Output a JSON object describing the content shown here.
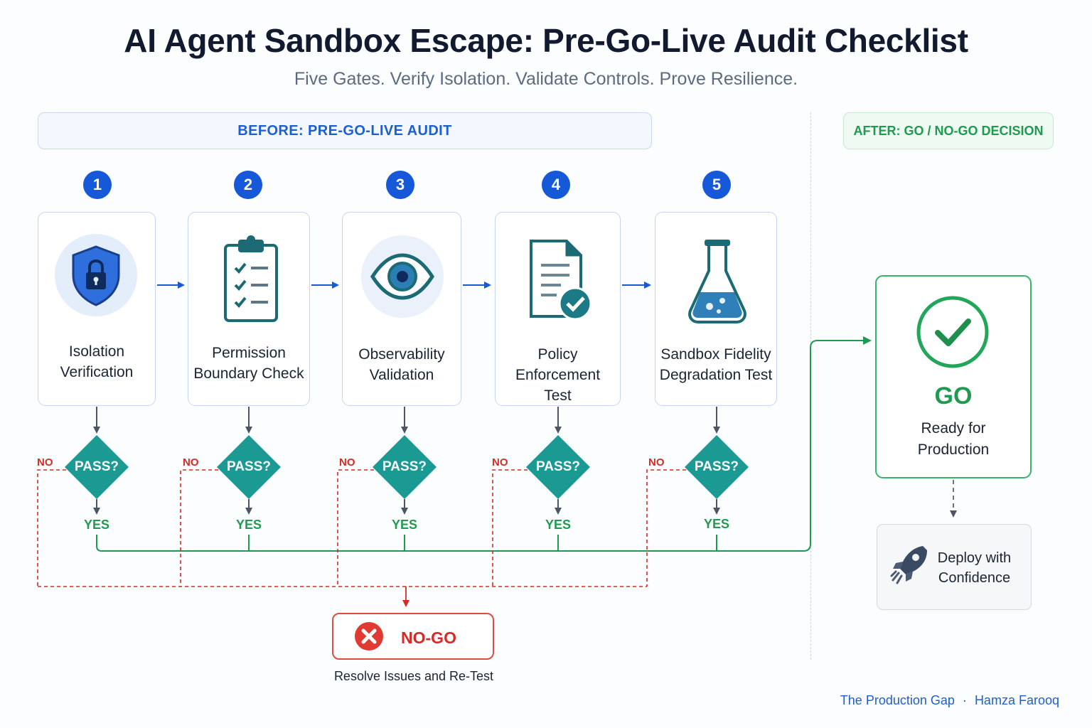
{
  "title": "AI Agent Sandbox Escape: Pre-Go-Live Audit Checklist",
  "subtitle": "Five Gates. Verify Isolation. Validate Controls. Prove Resilience.",
  "phases": {
    "before": "BEFORE:  PRE-GO-LIVE AUDIT",
    "after": "AFTER: GO / NO-GO DECISION"
  },
  "gates": [
    {
      "number": "1",
      "line1": "Isolation",
      "line2": "Verification",
      "icon": "shield-lock-icon",
      "decision": "PASS?",
      "no": "NO",
      "yes": "YES"
    },
    {
      "number": "2",
      "line1": "Permission",
      "line2": "Boundary Check",
      "icon": "clipboard-checklist-icon",
      "decision": "PASS?",
      "no": "NO",
      "yes": "YES"
    },
    {
      "number": "3",
      "line1": "Observability",
      "line2": "Validation",
      "icon": "eye-icon",
      "decision": "PASS?",
      "no": "NO",
      "yes": "YES"
    },
    {
      "number": "4",
      "line1": "Policy Enforcement",
      "line2": "Test",
      "icon": "document-check-icon",
      "decision": "PASS?",
      "no": "NO",
      "yes": "YES"
    },
    {
      "number": "5",
      "line1": "Sandbox Fidelity",
      "line2": "Degradation Test",
      "icon": "flask-icon",
      "decision": "PASS?",
      "no": "NO",
      "yes": "YES"
    }
  ],
  "go": {
    "label": "GO",
    "line1": "Ready for",
    "line2": "Production",
    "icon": "check-circle-icon"
  },
  "deploy": {
    "line1": "Deploy with",
    "line2": "Confidence",
    "icon": "rocket-icon"
  },
  "nogo": {
    "label": "NO-GO",
    "sub": "Resolve Issues and Re-Test",
    "icon": "x-circle-icon"
  },
  "footer": {
    "left": "The Production Gap",
    "sep": "·",
    "right": "Hamza Farooq"
  },
  "colors": {
    "primary_blue": "#1558d8",
    "icon_teal": "#1c6a74",
    "decision_teal": "#1a9a93",
    "go_green": "#1f9a50",
    "nogo_red": "#d62b25"
  }
}
